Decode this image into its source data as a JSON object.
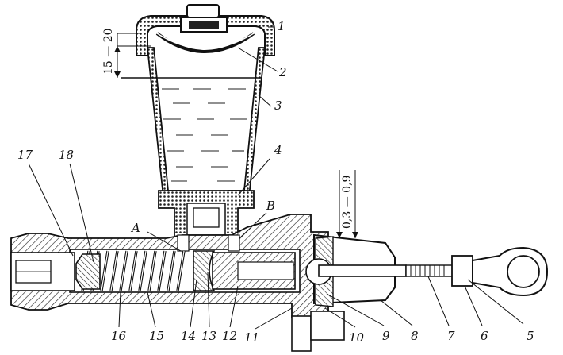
{
  "callouts": {
    "c1": "1",
    "c2": "2",
    "c3": "3",
    "c4": "4",
    "c5": "5",
    "c6": "6",
    "c7": "7",
    "c8": "8",
    "c9": "9",
    "c10": "10",
    "c11": "11",
    "c12": "12",
    "c13": "13",
    "c14": "14",
    "c15": "15",
    "c16": "16",
    "c17": "17",
    "c18": "18",
    "cA": "A",
    "cB": "B"
  },
  "dimensions": {
    "fluid_gap": "15 — 20",
    "rod_gap": "0,3 — 0,9"
  }
}
